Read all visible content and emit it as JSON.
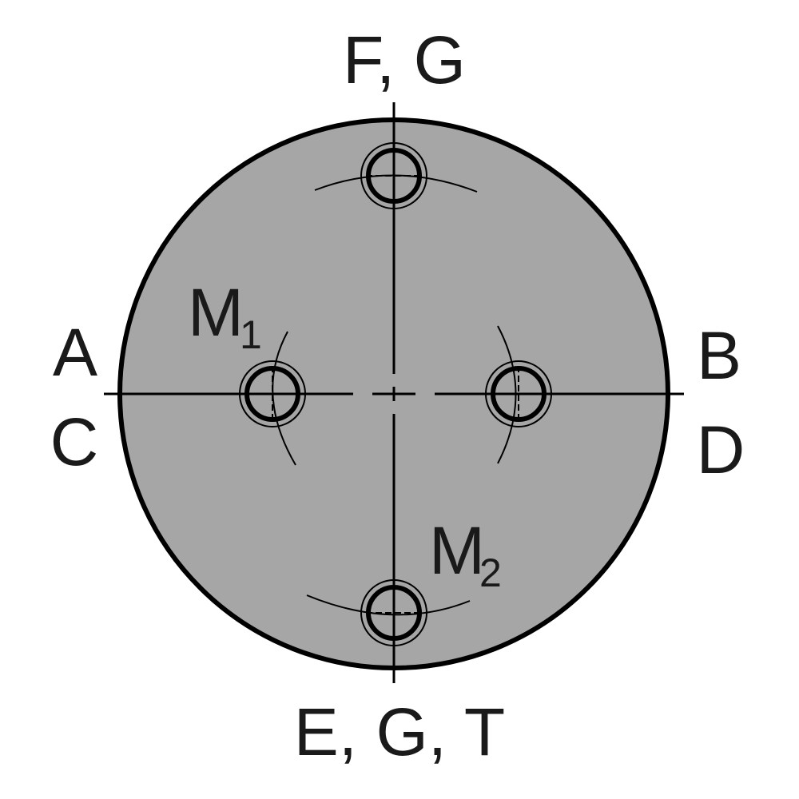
{
  "labels": {
    "top": "F, G",
    "bottom": "E, G, T",
    "left_upper": "A",
    "left_lower": "C",
    "right_upper": "B",
    "right_lower": "D",
    "m1_main": "M",
    "m1_sub": "1",
    "m2_main": "M",
    "m2_sub": "2"
  },
  "colors": {
    "disc_fill": "#a6a6a6",
    "stroke": "#000000",
    "text": "#1a1a1a",
    "background": "#ffffff"
  }
}
